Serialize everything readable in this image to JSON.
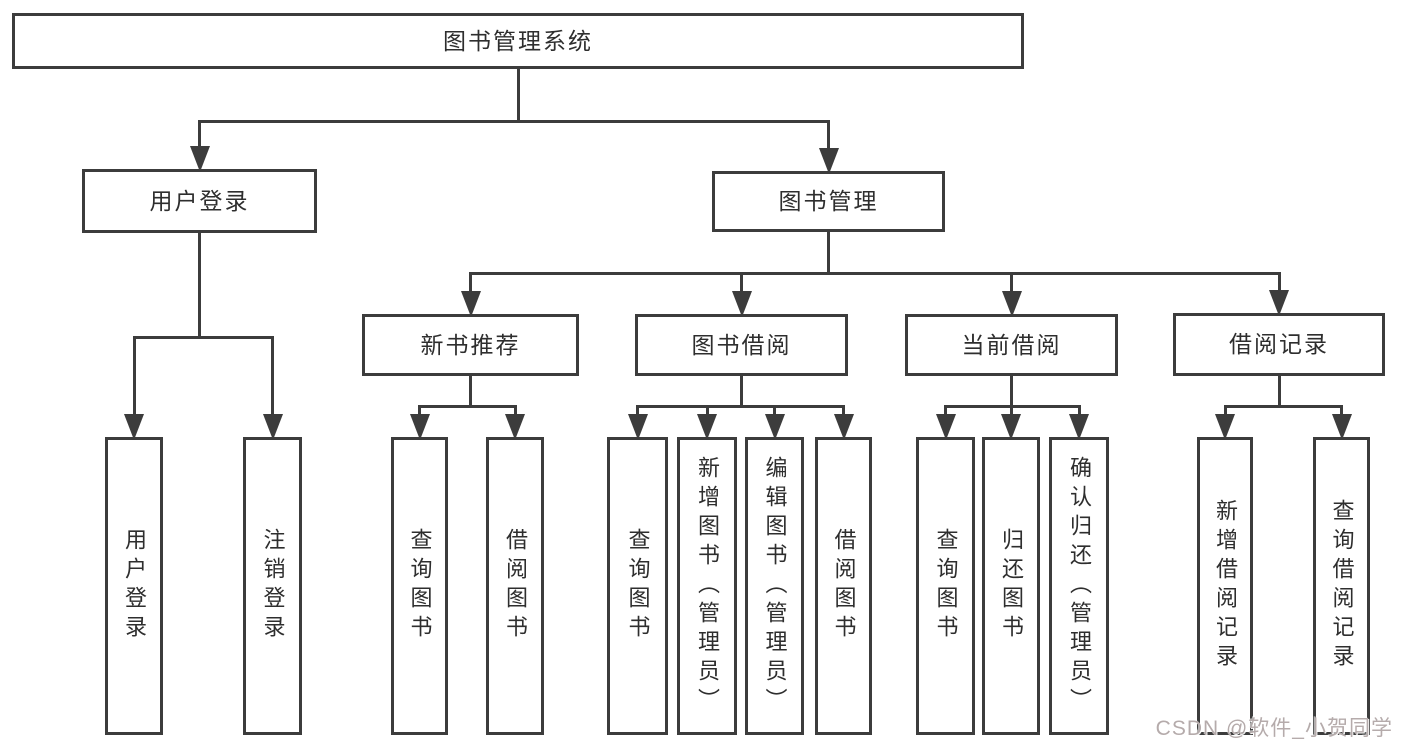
{
  "diagram": {
    "type": "functional-structure-tree",
    "title": "图书管理系统"
  },
  "nodes": [
    {
      "id": "root",
      "label": "图书管理系统",
      "level": 0,
      "parent": null,
      "orientation": "horizontal"
    },
    {
      "id": "user-login",
      "label": "用户登录",
      "level": 1,
      "parent": "root",
      "orientation": "horizontal"
    },
    {
      "id": "book-mgmt",
      "label": "图书管理",
      "level": 1,
      "parent": "root",
      "orientation": "horizontal"
    },
    {
      "id": "new-book-rec",
      "label": "新书推荐",
      "level": 2,
      "parent": "book-mgmt",
      "orientation": "horizontal"
    },
    {
      "id": "book-borrow",
      "label": "图书借阅",
      "level": 2,
      "parent": "book-mgmt",
      "orientation": "horizontal"
    },
    {
      "id": "current-borrow",
      "label": "当前借阅",
      "level": 2,
      "parent": "book-mgmt",
      "orientation": "horizontal"
    },
    {
      "id": "borrow-records",
      "label": "借阅记录",
      "level": 2,
      "parent": "book-mgmt",
      "orientation": "horizontal"
    },
    {
      "id": "leaf-user-login",
      "label": "用户登录",
      "level": 3,
      "parent": "user-login",
      "orientation": "vertical"
    },
    {
      "id": "leaf-logout",
      "label": "注销登录",
      "level": 3,
      "parent": "user-login",
      "orientation": "vertical"
    },
    {
      "id": "leaf-nb-query",
      "label": "查询图书",
      "level": 3,
      "parent": "new-book-rec",
      "orientation": "vertical"
    },
    {
      "id": "leaf-nb-borrow",
      "label": "借阅图书",
      "level": 3,
      "parent": "new-book-rec",
      "orientation": "vertical"
    },
    {
      "id": "leaf-bb-query",
      "label": "查询图书",
      "level": 3,
      "parent": "book-borrow",
      "orientation": "vertical"
    },
    {
      "id": "leaf-bb-add",
      "label": "新增图书（管理员）",
      "level": 3,
      "parent": "book-borrow",
      "orientation": "vertical"
    },
    {
      "id": "leaf-bb-edit",
      "label": "编辑图书（管理员）",
      "level": 3,
      "parent": "book-borrow",
      "orientation": "vertical"
    },
    {
      "id": "leaf-bb-borrow",
      "label": "借阅图书",
      "level": 3,
      "parent": "book-borrow",
      "orientation": "vertical"
    },
    {
      "id": "leaf-cb-query",
      "label": "查询图书",
      "level": 3,
      "parent": "current-borrow",
      "orientation": "vertical"
    },
    {
      "id": "leaf-cb-return",
      "label": "归还图书",
      "level": 3,
      "parent": "current-borrow",
      "orientation": "vertical"
    },
    {
      "id": "leaf-cb-confirm",
      "label": "确认归还（管理员）",
      "level": 3,
      "parent": "current-borrow",
      "orientation": "vertical"
    },
    {
      "id": "leaf-br-add",
      "label": "新增借阅记录",
      "level": 3,
      "parent": "borrow-records",
      "orientation": "vertical"
    },
    {
      "id": "leaf-br-query",
      "label": "查询借阅记录",
      "level": 3,
      "parent": "borrow-records",
      "orientation": "vertical"
    }
  ],
  "watermark": {
    "text": "CSDN @软件_小贺同学",
    "color": "#b5abab"
  },
  "colors": {
    "line": "#3c3c3c",
    "box_border": "#3c3c3c",
    "text": "#2e2e2e",
    "background": "#ffffff"
  }
}
